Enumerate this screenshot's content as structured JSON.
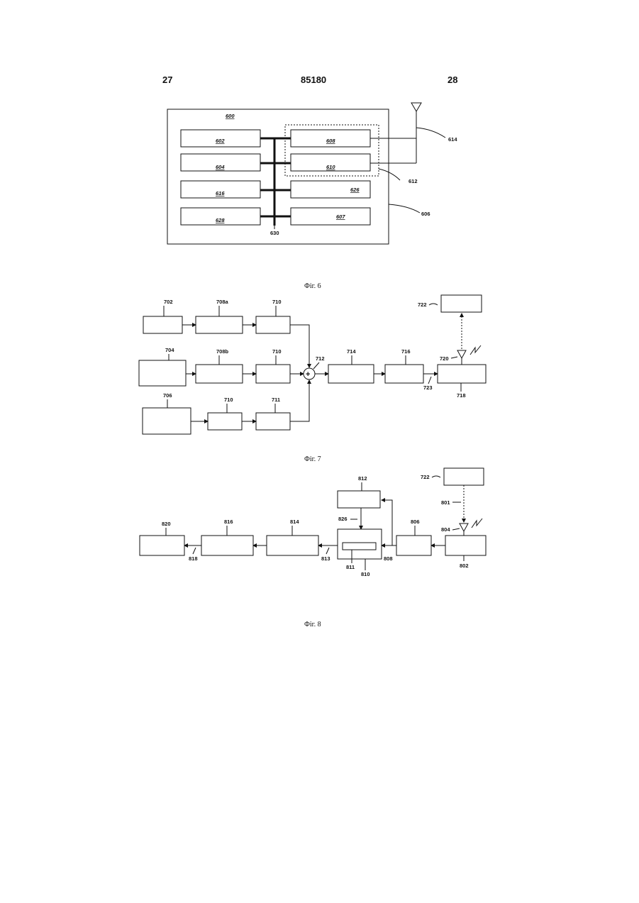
{
  "header": {
    "left_page": "27",
    "patent_number": "85180",
    "right_page": "28"
  },
  "fig6": {
    "caption": "Фіг. 6",
    "labels": {
      "l600": "600",
      "l602": "602",
      "l604": "604",
      "l608": "608",
      "l610": "610",
      "l616": "616",
      "l626": "626",
      "l628": "628",
      "l607": "607",
      "l630": "630",
      "l614": "614",
      "l612": "612",
      "l606": "606"
    }
  },
  "fig7": {
    "caption": "Фіг. 7",
    "labels": {
      "l702": "702",
      "l704": "704",
      "l706": "706",
      "l708a": "708a",
      "l708b": "708b",
      "l710a": "710",
      "l710b": "710",
      "l710c": "710",
      "l711": "711",
      "l712": "712",
      "l714": "714",
      "l716": "716",
      "l718": "718",
      "l720": "720",
      "l722": "722",
      "l723": "723"
    }
  },
  "fig8": {
    "caption": "Фіг. 8",
    "labels": {
      "l722": "722",
      "l801": "801",
      "l802": "802",
      "l804": "804",
      "l806": "806",
      "l808": "808",
      "l810": "810",
      "l811": "811",
      "l812": "812",
      "l813": "813",
      "l814": "814",
      "l816": "816",
      "l818": "818",
      "l820": "820",
      "l826": "826"
    }
  }
}
